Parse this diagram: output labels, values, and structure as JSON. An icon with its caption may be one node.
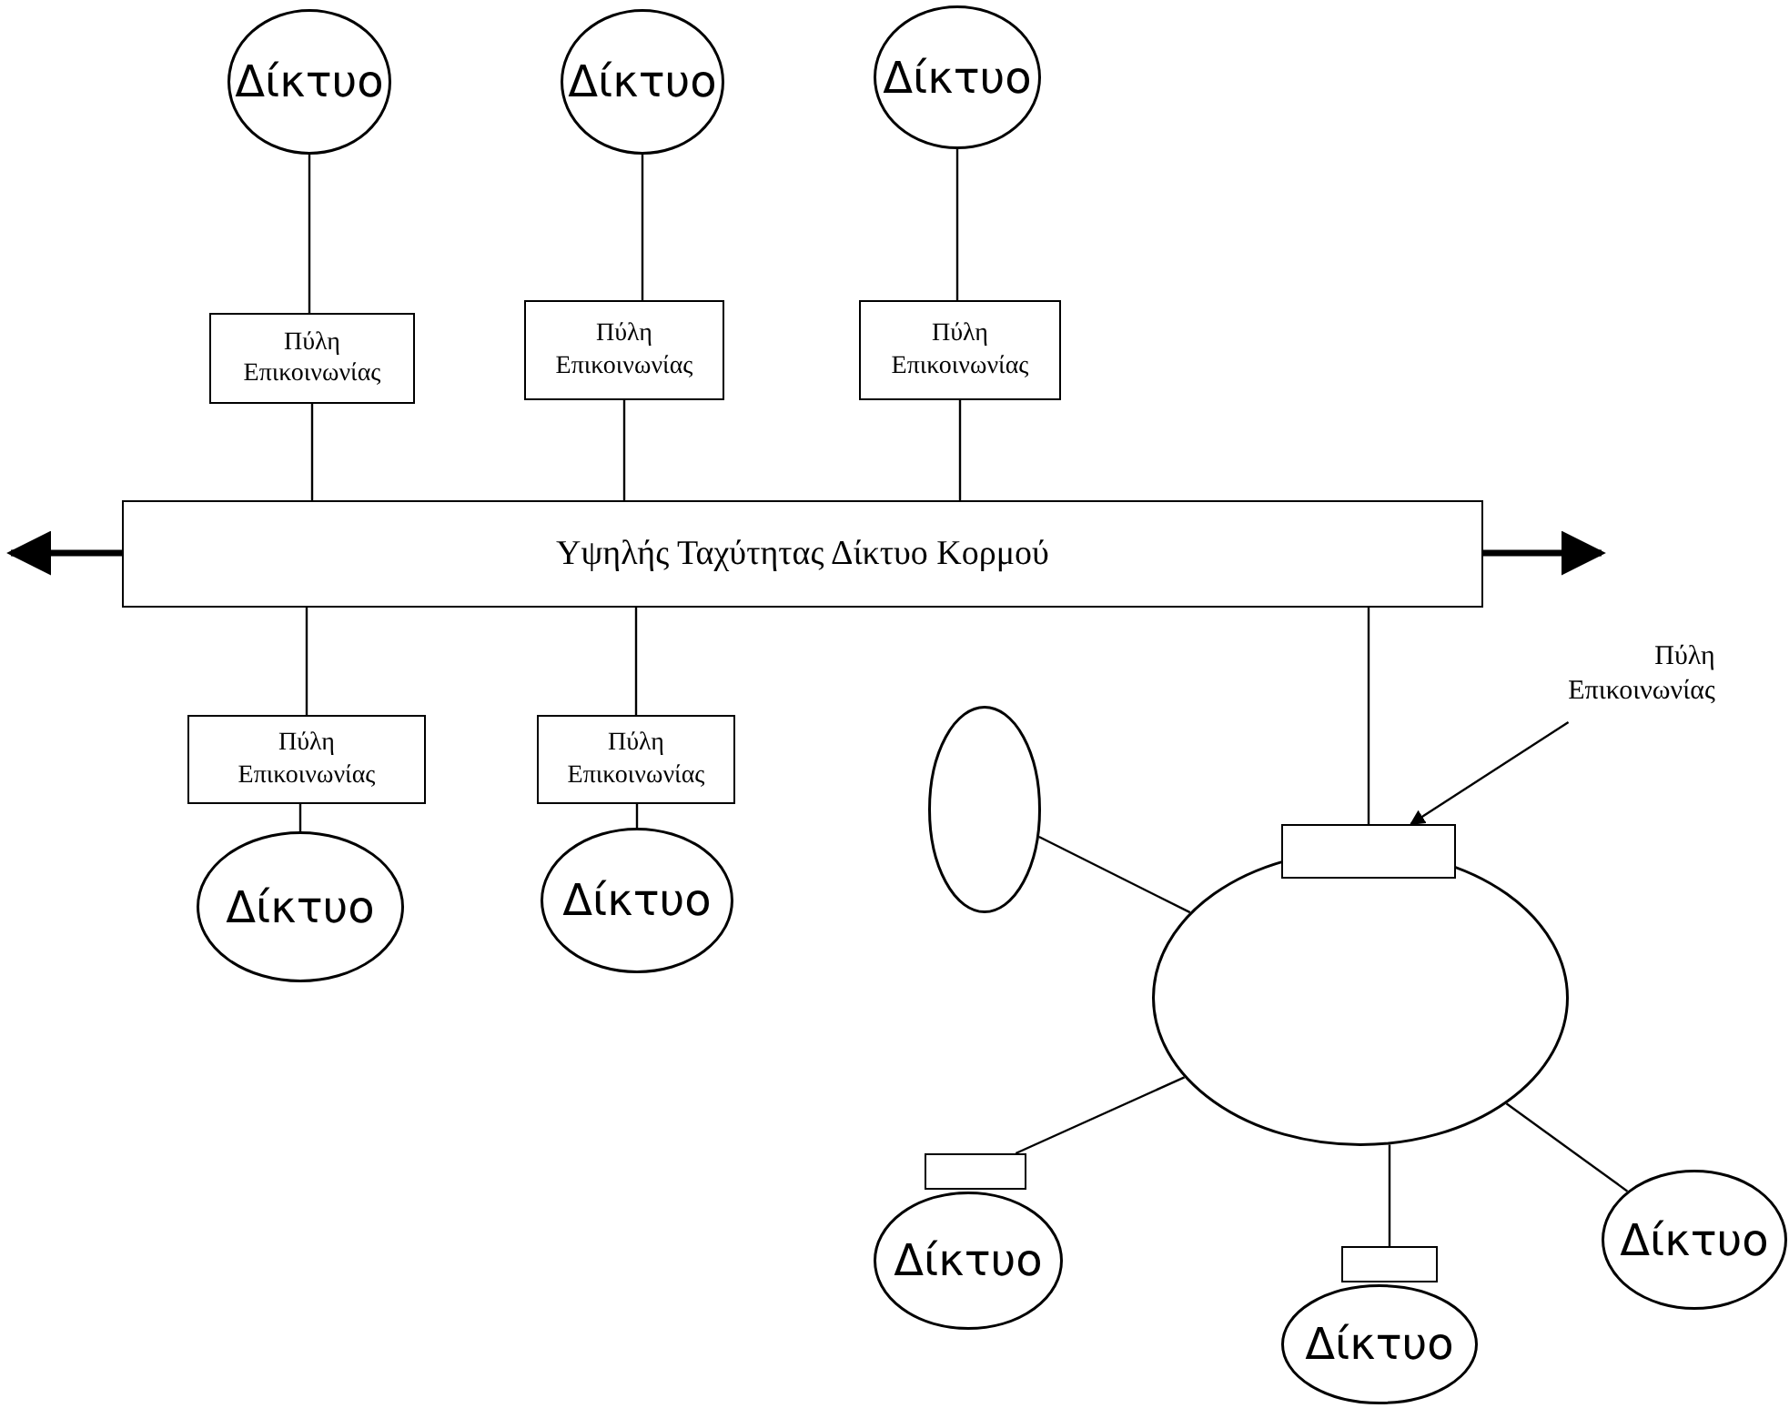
{
  "diagram": {
    "nodes": [
      {
        "text": [
          "Δίκτυο"
        ]
      },
      {
        "text": [
          "Δίκτυο"
        ]
      },
      {
        "text": [
          "Δίκτυο"
        ]
      },
      {
        "text": [
          "Πύλη Επικοινωνίας"
        ]
      },
      {
        "text": [
          "Πύλη Επικοινωνίας"
        ]
      },
      {
        "text": [
          "Πύλη Επικοινωνίας"
        ]
      },
      {
        "text": [
          "Υψηλής Ταχύτητας Δίκτυο Κορμού"
        ]
      },
      {
        "text": [
          "Πύλη Επικοινωνίας"
        ]
      },
      {
        "text": [
          "Πύλη Επικοινωνίας"
        ]
      },
      {
        "text": [
          "Πύλη Επικοινωνίας"
        ]
      },
      {
        "text": [],
        "shape": "ellipse"
      },
      {
        "text": [],
        "shape": "box"
      },
      {
        "text": [],
        "shape": "ellipse"
      },
      {
        "text": [
          "Δίκτυο"
        ]
      },
      {
        "text": [
          "Δίκτυο"
        ]
      },
      {
        "text": [],
        "shape": "box"
      },
      {
        "text": [
          "Δίκτυο"
        ]
      },
      {
        "text": [],
        "shape": "box"
      },
      {
        "text": [
          "Δίκτυο"
        ]
      },
      {
        "text": [
          "Δίκτυο"
        ]
      }
    ],
    "edges": [
      {
        "from": 0,
        "to": 3,
        "arrow": "none"
      },
      {
        "from": 1,
        "to": 4,
        "arrow": "none"
      },
      {
        "from": 2,
        "to": 5,
        "arrow": "none"
      },
      {
        "from": 3,
        "to": 6,
        "arrow": "none"
      },
      {
        "from": 4,
        "to": 6,
        "arrow": "none"
      },
      {
        "from": 5,
        "to": 6,
        "arrow": "none"
      },
      {
        "from": 6,
        "to": null,
        "arrow": "to",
        "style": "thick"
      },
      {
        "from": 6,
        "to": null,
        "arrow": "to",
        "style": "thick"
      },
      {
        "from": 6,
        "to": 7,
        "arrow": "none"
      },
      {
        "from": 6,
        "to": 8,
        "arrow": "none"
      },
      {
        "from": 7,
        "to": 13,
        "arrow": "none"
      },
      {
        "from": 8,
        "to": 14,
        "arrow": "none"
      },
      {
        "from": 6,
        "to": 11,
        "arrow": "none"
      },
      {
        "from": 9,
        "to": 11,
        "arrow": "to"
      },
      {
        "from": 10,
        "to": 12,
        "arrow": "none"
      },
      {
        "from": 12,
        "to": 15,
        "arrow": "none"
      },
      {
        "from": 12,
        "to": 17,
        "arrow": "none"
      },
      {
        "from": 12,
        "to": 19,
        "arrow": "none"
      }
    ]
  }
}
